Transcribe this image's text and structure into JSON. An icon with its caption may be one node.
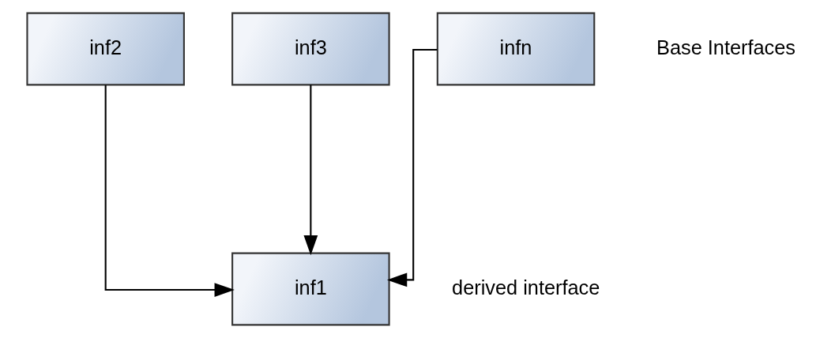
{
  "diagram": {
    "nodes": [
      {
        "text": [
          "inf2"
        ]
      },
      {
        "text": [
          "inf3"
        ]
      },
      {
        "text": [
          "infn"
        ]
      },
      {
        "text": [
          "inf1"
        ],
        "beside": [
          "derived interface"
        ]
      }
    ],
    "edges": [
      {
        "from": 0,
        "to": 3,
        "arrow": "to"
      },
      {
        "from": 1,
        "to": 3,
        "arrow": "to"
      },
      {
        "from": 2,
        "to": 3,
        "arrow": "to"
      }
    ],
    "labels": [
      "Base Interfaces"
    ]
  }
}
